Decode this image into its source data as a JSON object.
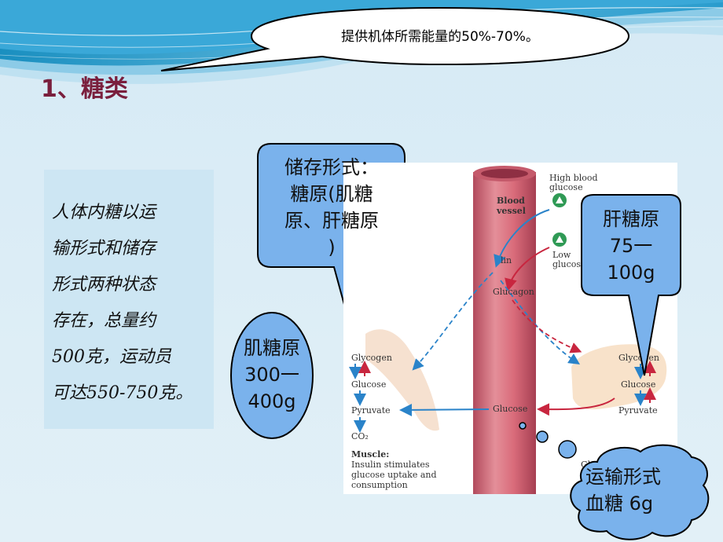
{
  "top_callout": "提供机体所需能量的50%-70%。",
  "title": "1、糖类",
  "textbox": "人体内糖以运\n输形式和储存\n形式两种状态\n存在，总量约\n500克，运动员\n可达550-750克。",
  "callouts": {
    "storage": "储存形式：\n糖原(肌糖\n原、肝糖原\n)",
    "liver": "肝糖原\n75一\n100g",
    "muscle": "肌糖原\n300一\n400g",
    "transport": "运输形式\n血糖   6g"
  },
  "figure": {
    "blood_vessel": "Blood\nvessel",
    "high_glucose": "High blood\nglucose",
    "low_glucose": "Low\nglucose",
    "insulin": "lin",
    "glucagon": "Glucagon",
    "muscle_glycogen": "Glycogen",
    "muscle_glucose": "Glucose",
    "muscle_pyruvate": "Pyruvate",
    "muscle_co2": "CO₂",
    "center_glucose": "Glucose",
    "liver_glycogen": "Glycogen",
    "liver_glucose": "Glucose",
    "liver_pyruvate": "Pyruvate",
    "muscle_caption_title": "Muscle:",
    "muscle_caption": "Insulin stimulates\nglucose uptake and\nconsumption",
    "liver_caption": "Gluca\ng"
  }
}
